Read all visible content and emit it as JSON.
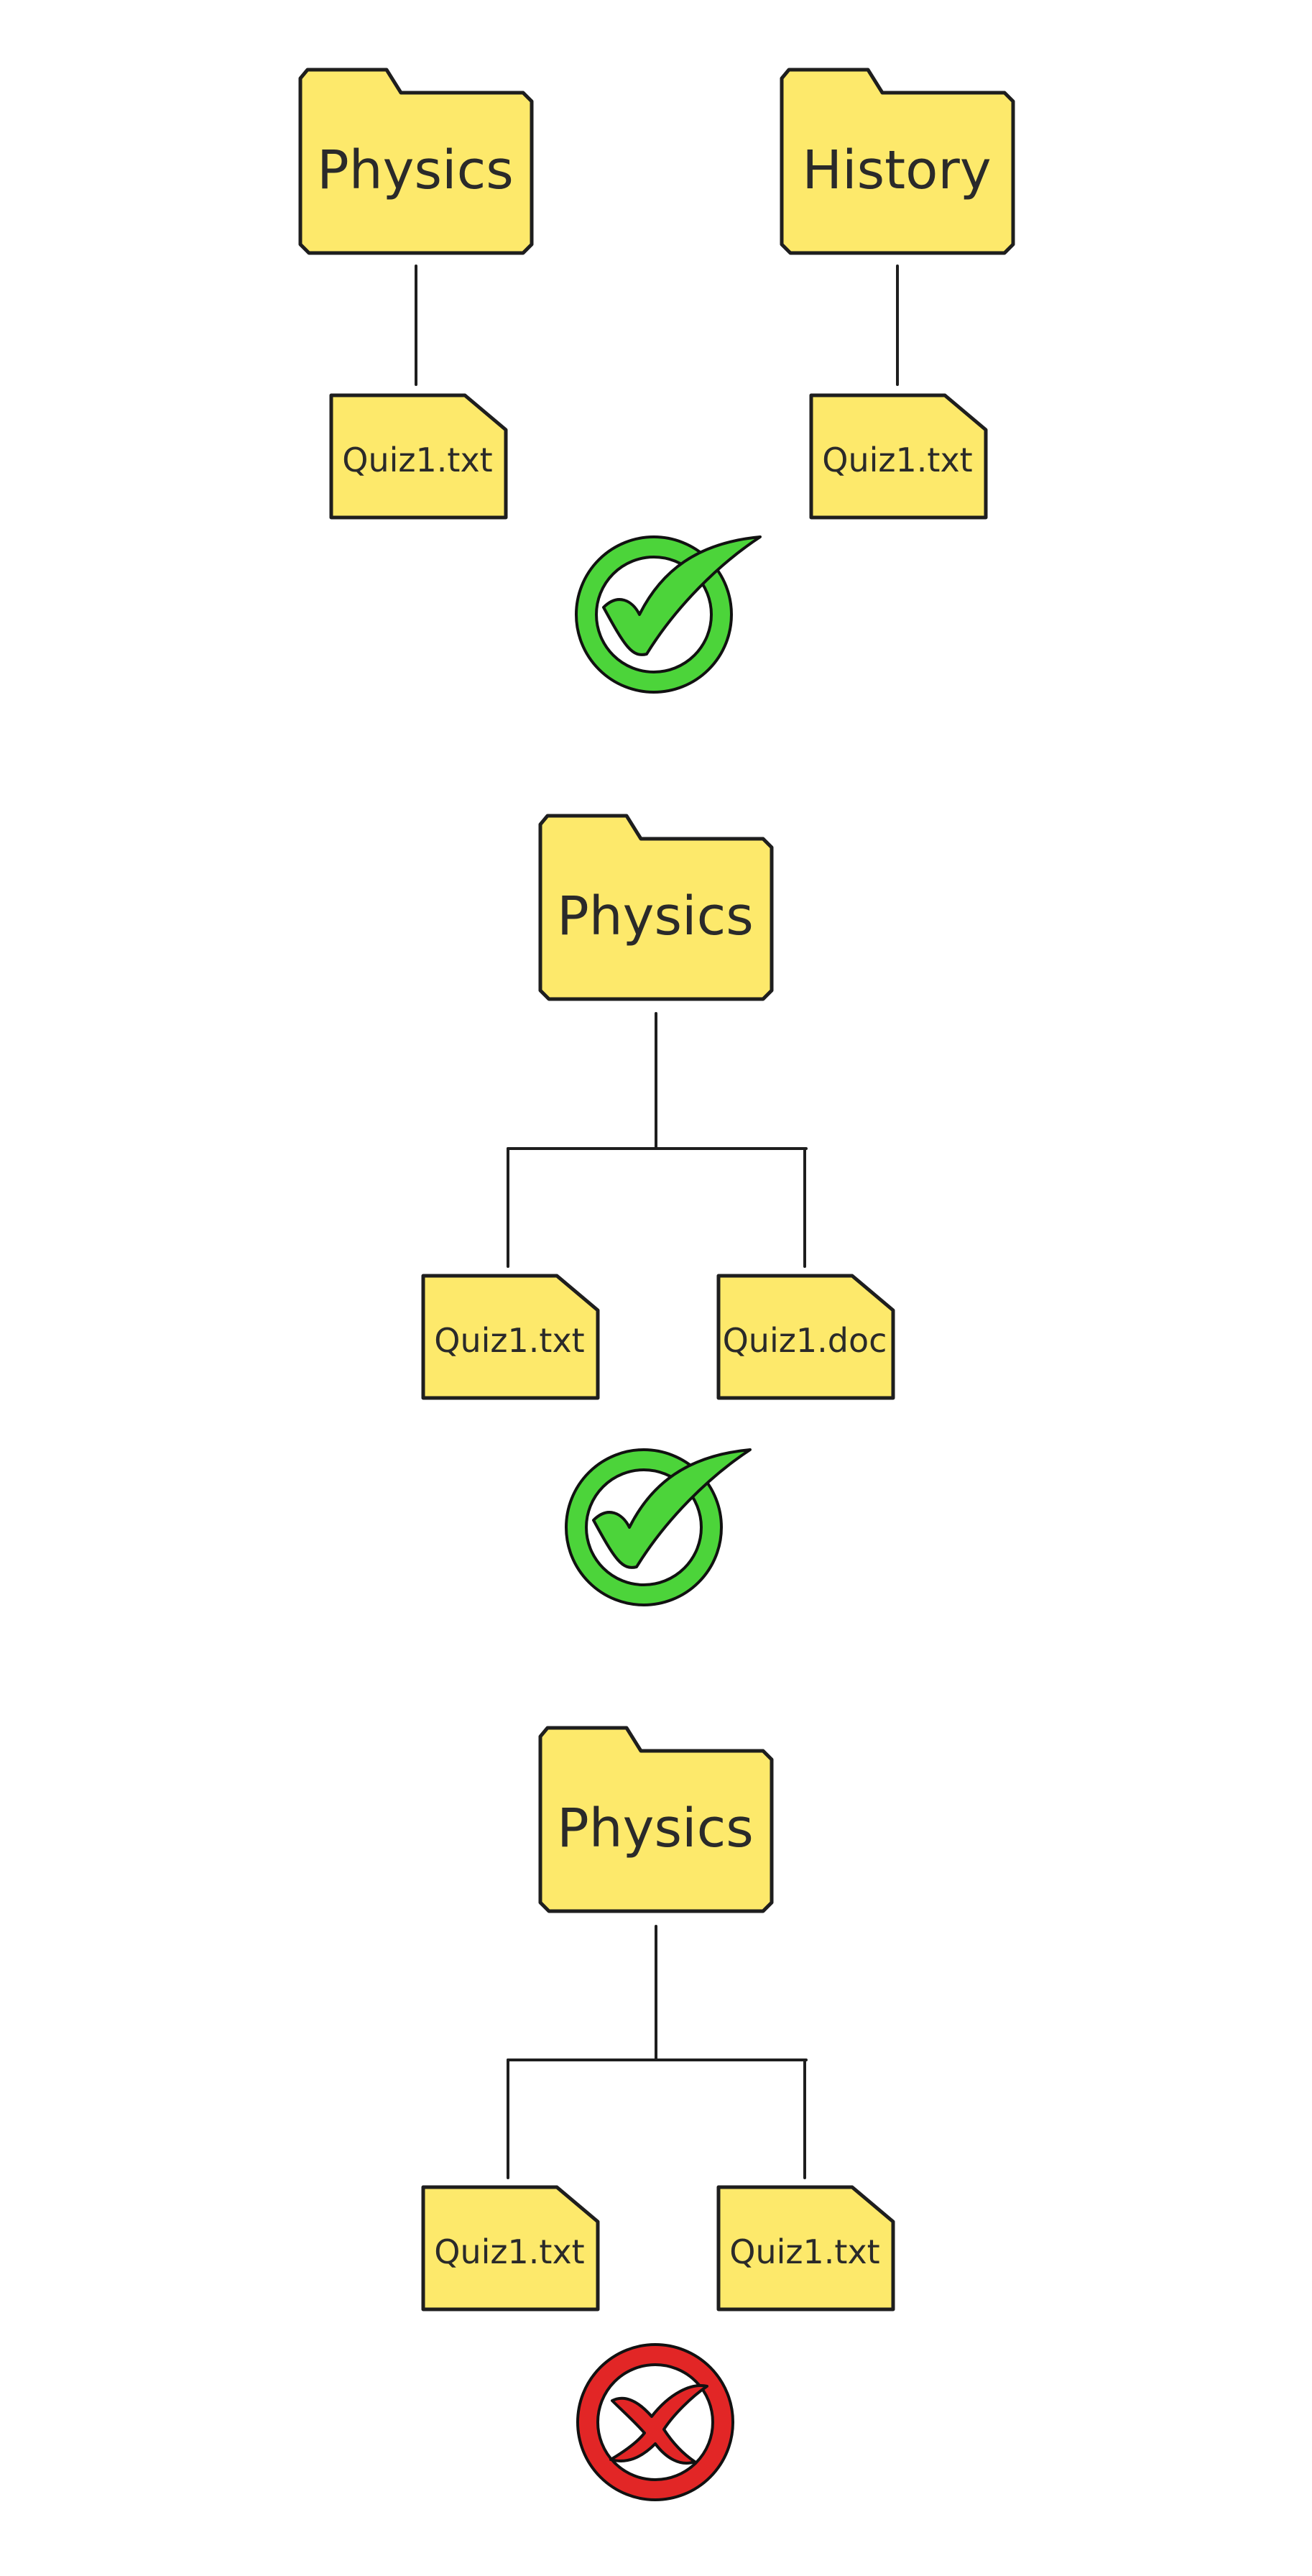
{
  "scenarios": [
    {
      "folders": [
        "Physics",
        "History"
      ],
      "files": [
        "Quiz1.txt",
        "Quiz1.txt"
      ],
      "result": "check-icon"
    },
    {
      "folders": [
        "Physics"
      ],
      "files": [
        "Quiz1.txt",
        "Quiz1.doc"
      ],
      "result": "check-icon"
    },
    {
      "folders": [
        "Physics"
      ],
      "files": [
        "Quiz1.txt",
        "Quiz1.txt"
      ],
      "result": "cross-icon"
    }
  ],
  "colors": {
    "item_fill": "#fde96b",
    "outline": "#1e1e1e",
    "ok": "#4cd43a",
    "bad": "#e22626"
  }
}
